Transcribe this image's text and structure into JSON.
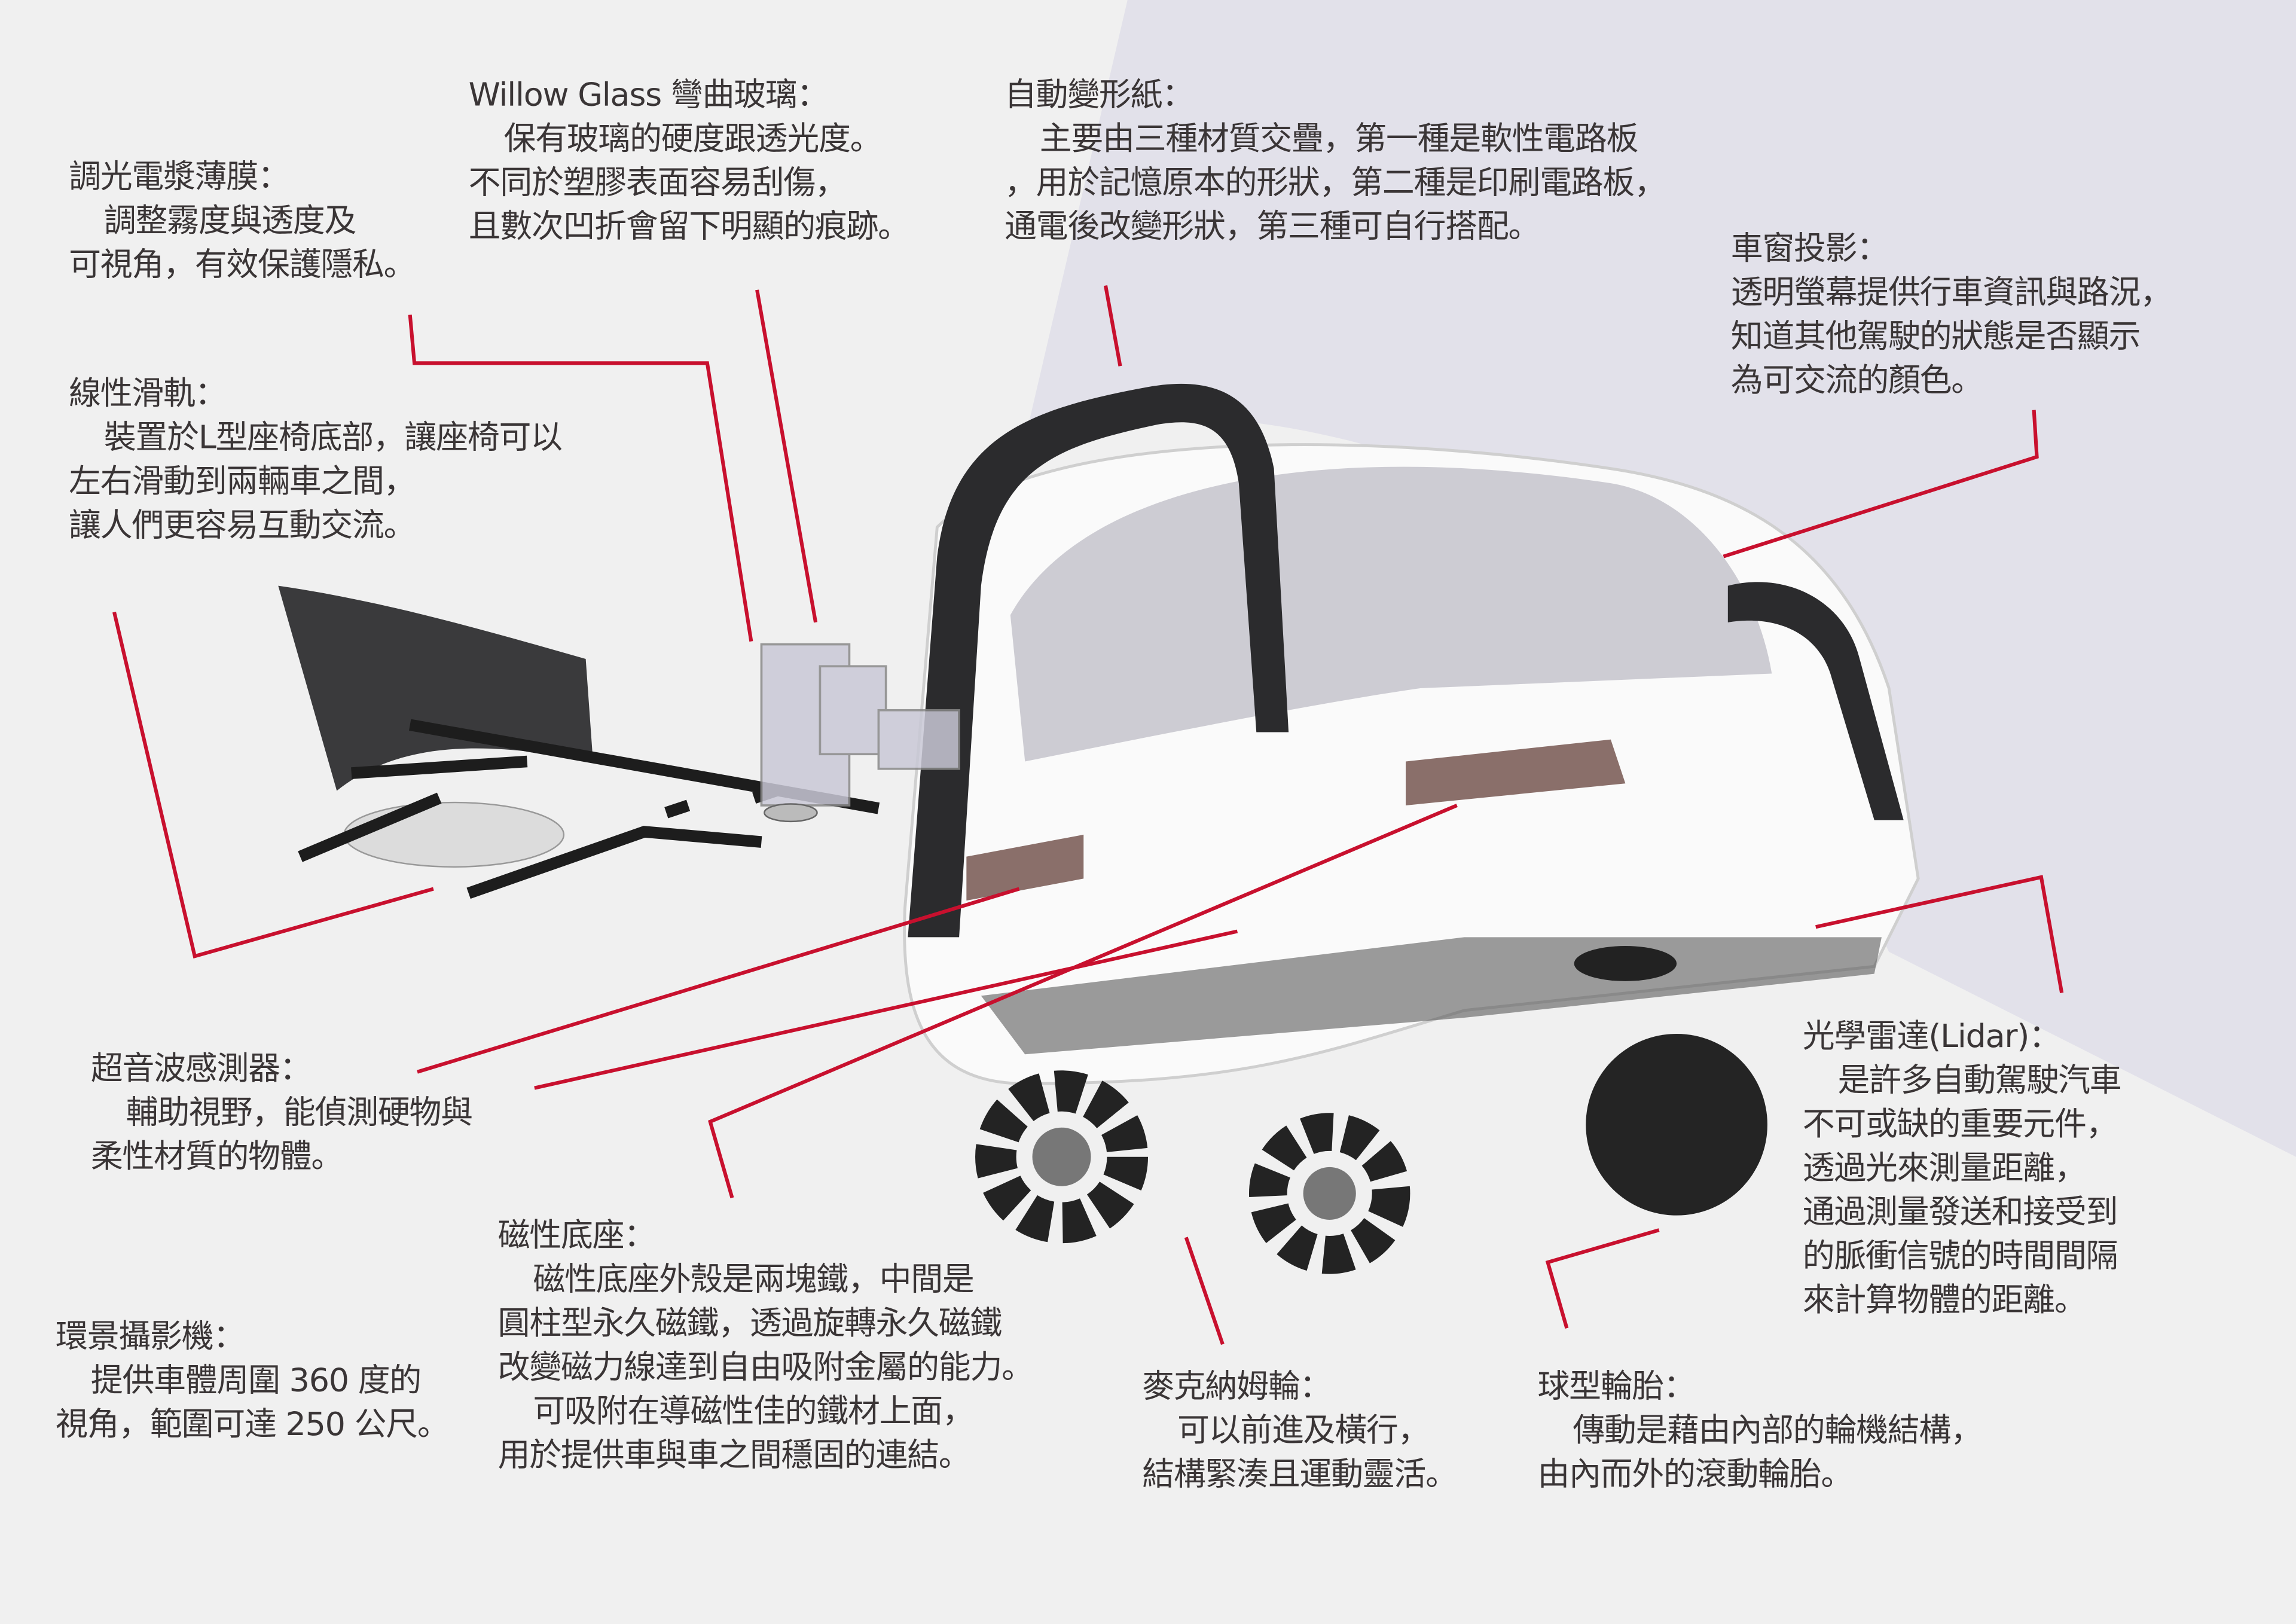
{
  "colors": {
    "background": "#f0f0f0",
    "accent_region": "#e2e1ea",
    "leader_line": "#c8102e",
    "text": "#3a3536"
  },
  "callouts": {
    "dimming_film": {
      "title": "調光電漿薄膜：",
      "lines": [
        "調整霧度與透度及",
        "可視角，有效保護隱私。"
      ]
    },
    "willow_glass": {
      "title": "Willow Glass 彎曲玻璃：",
      "lines": [
        "保有玻璃的硬度跟透光度。",
        "不同於塑膠表面容易刮傷，",
        "且數次凹折會留下明顯的痕跡。"
      ]
    },
    "shape_paper": {
      "title": "自動變形紙：",
      "lines": [
        "主要由三種材質交疊，第一種是軟性電路板",
        "，用於記憶原本的形狀，第二種是印刷電路板，",
        "通電後改變形狀，第三種可自行搭配。"
      ]
    },
    "window_projection": {
      "title": "車窗投影：",
      "lines": [
        "透明螢幕提供行車資訊與路況，",
        "知道其他駕駛的狀態是否顯示",
        "為可交流的顏色。"
      ]
    },
    "linear_rail": {
      "title": "線性滑軌：",
      "lines": [
        "裝置於L型座椅底部，讓座椅可以",
        "左右滑動到兩輛車之間，",
        "讓人們更容易互動交流。"
      ]
    },
    "ultrasonic": {
      "title": "超音波感測器：",
      "lines": [
        "輔助視野，能偵測硬物與",
        "柔性材質的物體。"
      ]
    },
    "magnetic_base": {
      "title": "磁性底座：",
      "lines": [
        "磁性底座外殼是兩塊鐵，中間是",
        "圓柱型永久磁鐵，透過旋轉永久磁鐵",
        "改變磁力線達到自由吸附金屬的能力。",
        "可吸附在導磁性佳的鐵材上面，",
        "用於提供車與車之間穩固的連結。"
      ]
    },
    "surround_camera": {
      "title": "環景攝影機：",
      "lines": [
        "提供車體周圍 360 度的",
        "視角，範圍可達 250 公尺。"
      ]
    },
    "mecanum_wheel": {
      "title": "麥克納姆輪：",
      "lines": [
        "可以前進及橫行，",
        "結構緊湊且運動靈活。"
      ]
    },
    "ball_tire": {
      "title": "球型輪胎：",
      "lines": [
        "傳動是藉由內部的輪機結構，",
        "由內而外的滾動輪胎。"
      ]
    },
    "lidar": {
      "title": "光學雷達(Lidar)：",
      "lines": [
        "是許多自動駕駛汽車",
        "不可或缺的重要元件，",
        "透過光來測量距離，",
        "通過測量發送和接受到",
        "的脈衝信號的時間間隔",
        "來計算物體的距離。"
      ]
    }
  }
}
